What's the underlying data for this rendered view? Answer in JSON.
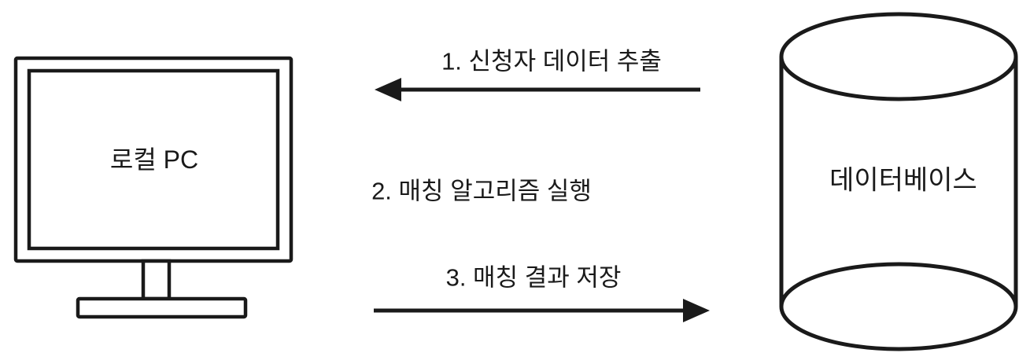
{
  "diagram": {
    "type": "architecture-flow",
    "background_color": "#ffffff",
    "stroke_color": "#1a1a1a",
    "nodes": {
      "local_pc": {
        "label": "로컬 PC",
        "shape": "monitor"
      },
      "database": {
        "label": "데이터베이스",
        "shape": "cylinder"
      }
    },
    "flows": [
      {
        "step": "1. 신청자 데이터 추출",
        "from": "database",
        "to": "local_pc",
        "direction": "right-to-left",
        "arrow": true
      },
      {
        "step": "2. 매칭 알고리즘 실행",
        "from": "local_pc",
        "to": "local_pc",
        "direction": "none",
        "arrow": false
      },
      {
        "step": "3. 매칭 결과 저장",
        "from": "local_pc",
        "to": "database",
        "direction": "left-to-right",
        "arrow": true
      }
    ]
  }
}
